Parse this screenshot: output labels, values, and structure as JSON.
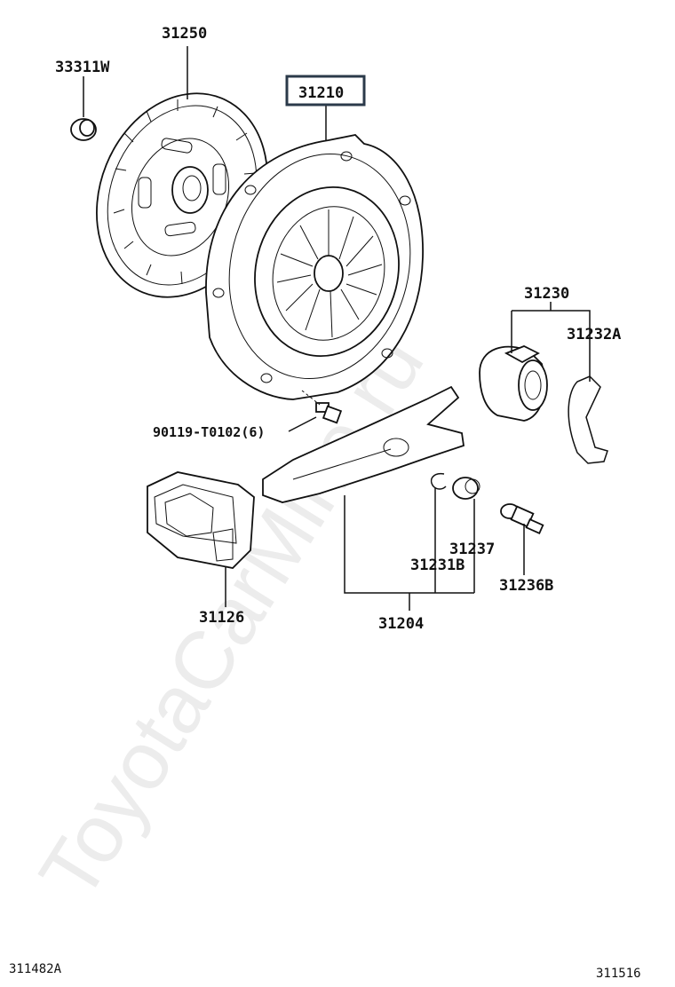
{
  "watermark": "ToyotaCarMine.ru",
  "highlight_color": "#2b3a4a",
  "parts": {
    "p33311w": "33311W",
    "p31250": "31250",
    "p31210": "31210",
    "p31230": "31230",
    "p31232a": "31232A",
    "p90119": "90119-T0102(6)",
    "p31237": "31237",
    "p31231b": "31231B",
    "p31236b": "31236B",
    "p31126": "31126",
    "p31204": "31204"
  },
  "footer": {
    "left_code": "311482A",
    "right_code": "311516"
  }
}
